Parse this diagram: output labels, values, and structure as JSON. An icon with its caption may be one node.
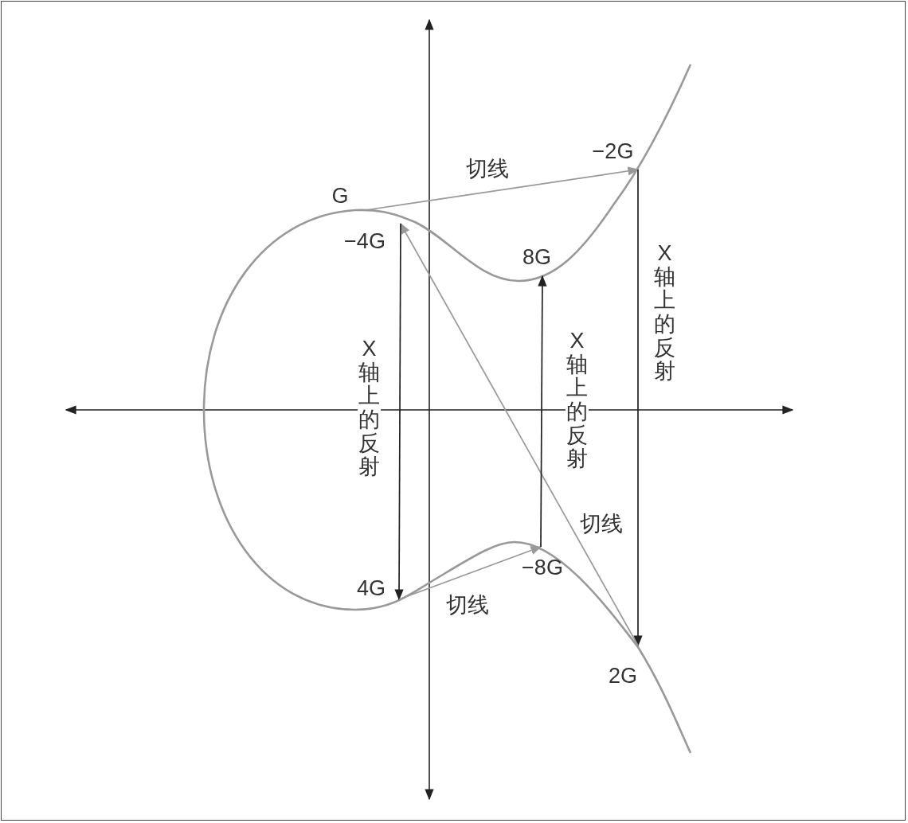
{
  "diagram": {
    "nodes": [
      {
        "text": [
          "G"
        ]
      },
      {
        "text": [
          "−2G"
        ]
      },
      {
        "text": [
          "2G"
        ]
      },
      {
        "text": [
          "−4G"
        ]
      },
      {
        "text": [
          "4G"
        ]
      },
      {
        "text": [
          "−8G"
        ]
      },
      {
        "text": [
          "8G"
        ]
      }
    ],
    "edges": [
      {
        "from": 0,
        "to": 1,
        "arrow": "to",
        "label": "切线",
        "color": "#999999"
      },
      {
        "from": 1,
        "to": 2,
        "arrow": "to",
        "label": "X轴上的反射",
        "color": "#222222"
      },
      {
        "from": 2,
        "to": 3,
        "arrow": "to",
        "label": "切线",
        "color": "#999999"
      },
      {
        "from": 3,
        "to": 4,
        "arrow": "to",
        "label": "X轴上的反射",
        "color": "#222222"
      },
      {
        "from": 4,
        "to": 5,
        "arrow": "to",
        "label": "切线",
        "color": "#999999"
      },
      {
        "from": 5,
        "to": 6,
        "arrow": "to",
        "label": "X轴上的反射",
        "color": "#222222"
      }
    ]
  }
}
